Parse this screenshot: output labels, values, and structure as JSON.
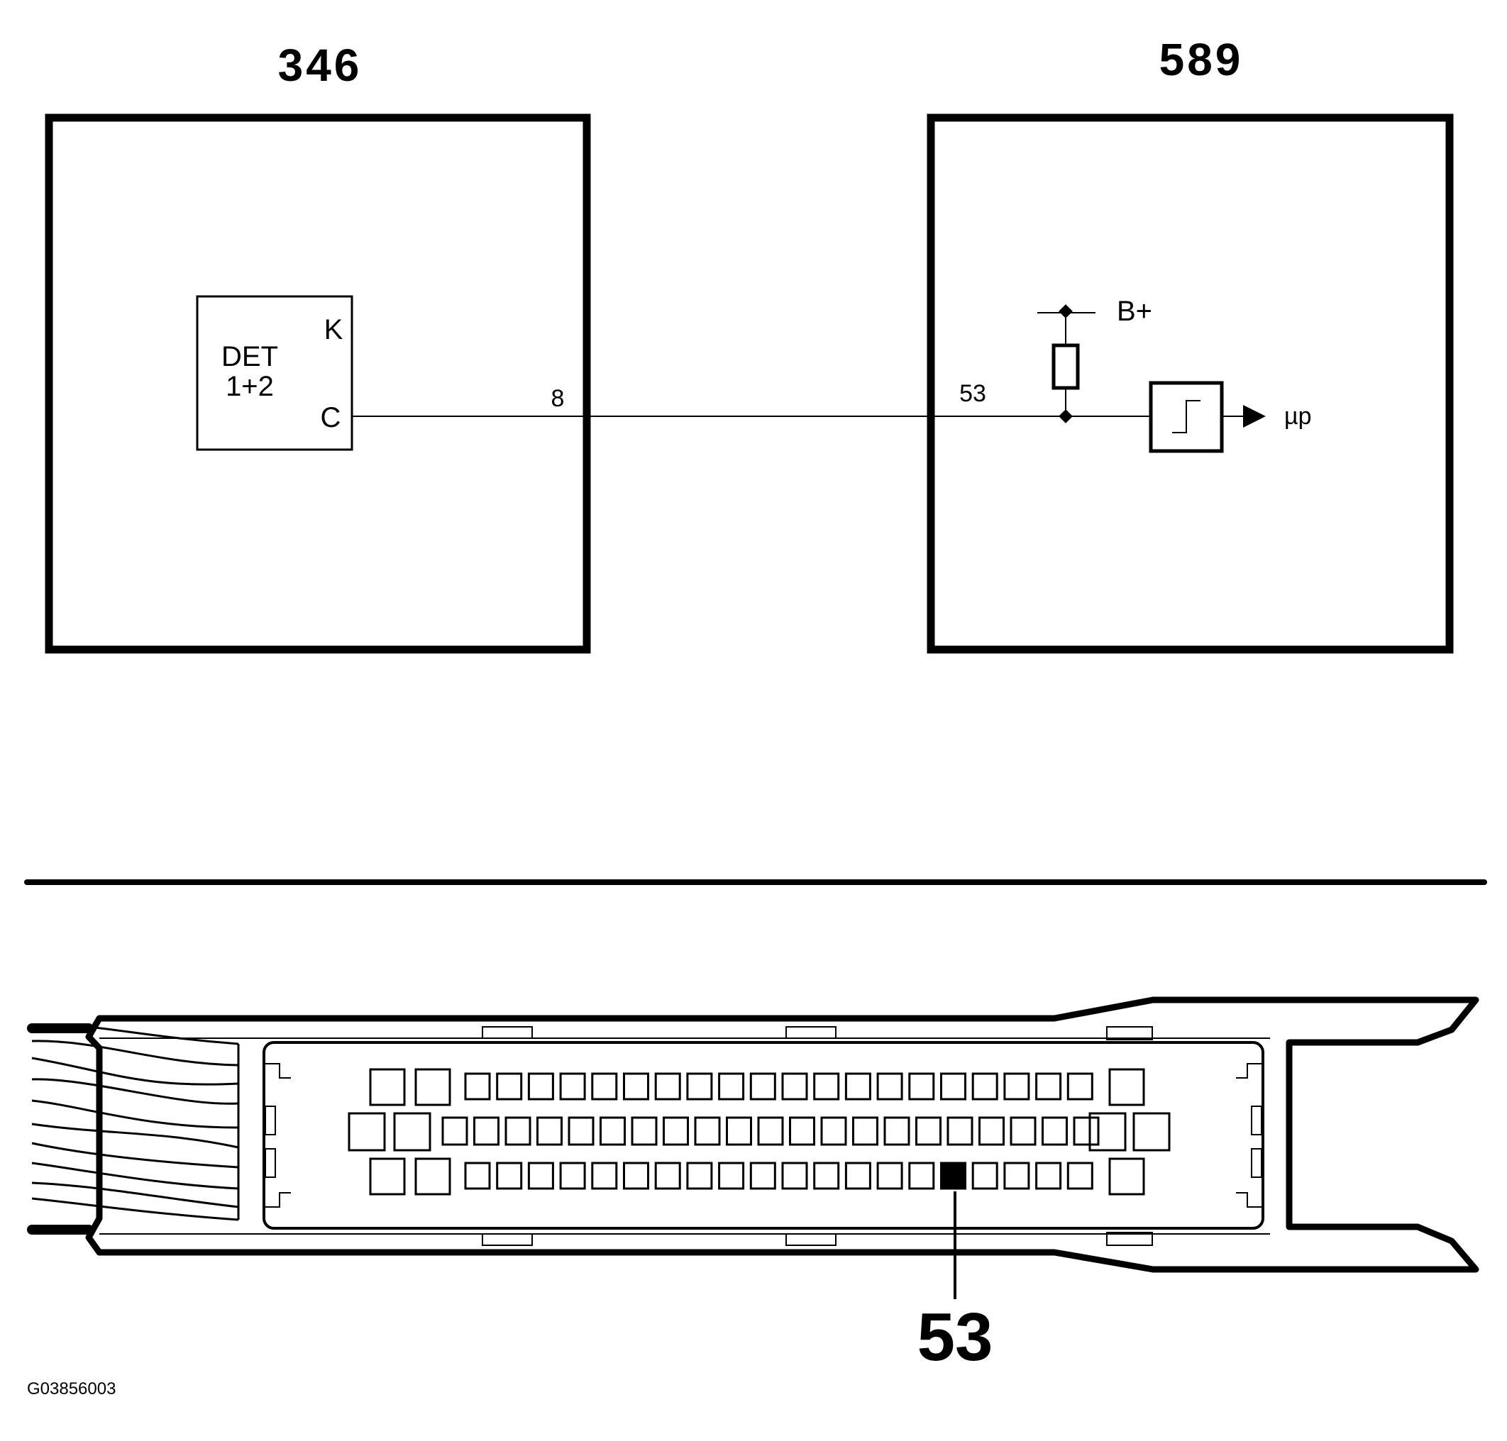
{
  "schematic": {
    "left_module": {
      "id": "346",
      "component_label_1": "DET",
      "component_label_2": "1+2",
      "terminal_k": "K",
      "terminal_c": "C",
      "pin": "8"
    },
    "right_module": {
      "id": "589",
      "pin": "53",
      "supply": "B+",
      "output": "µp"
    }
  },
  "connector": {
    "callout_pin": "53",
    "top_row_count": 20,
    "middle_row_count": 21,
    "bottom_row_count": 20,
    "highlighted_bottom_index": 15
  },
  "figure_code": "G03856003"
}
